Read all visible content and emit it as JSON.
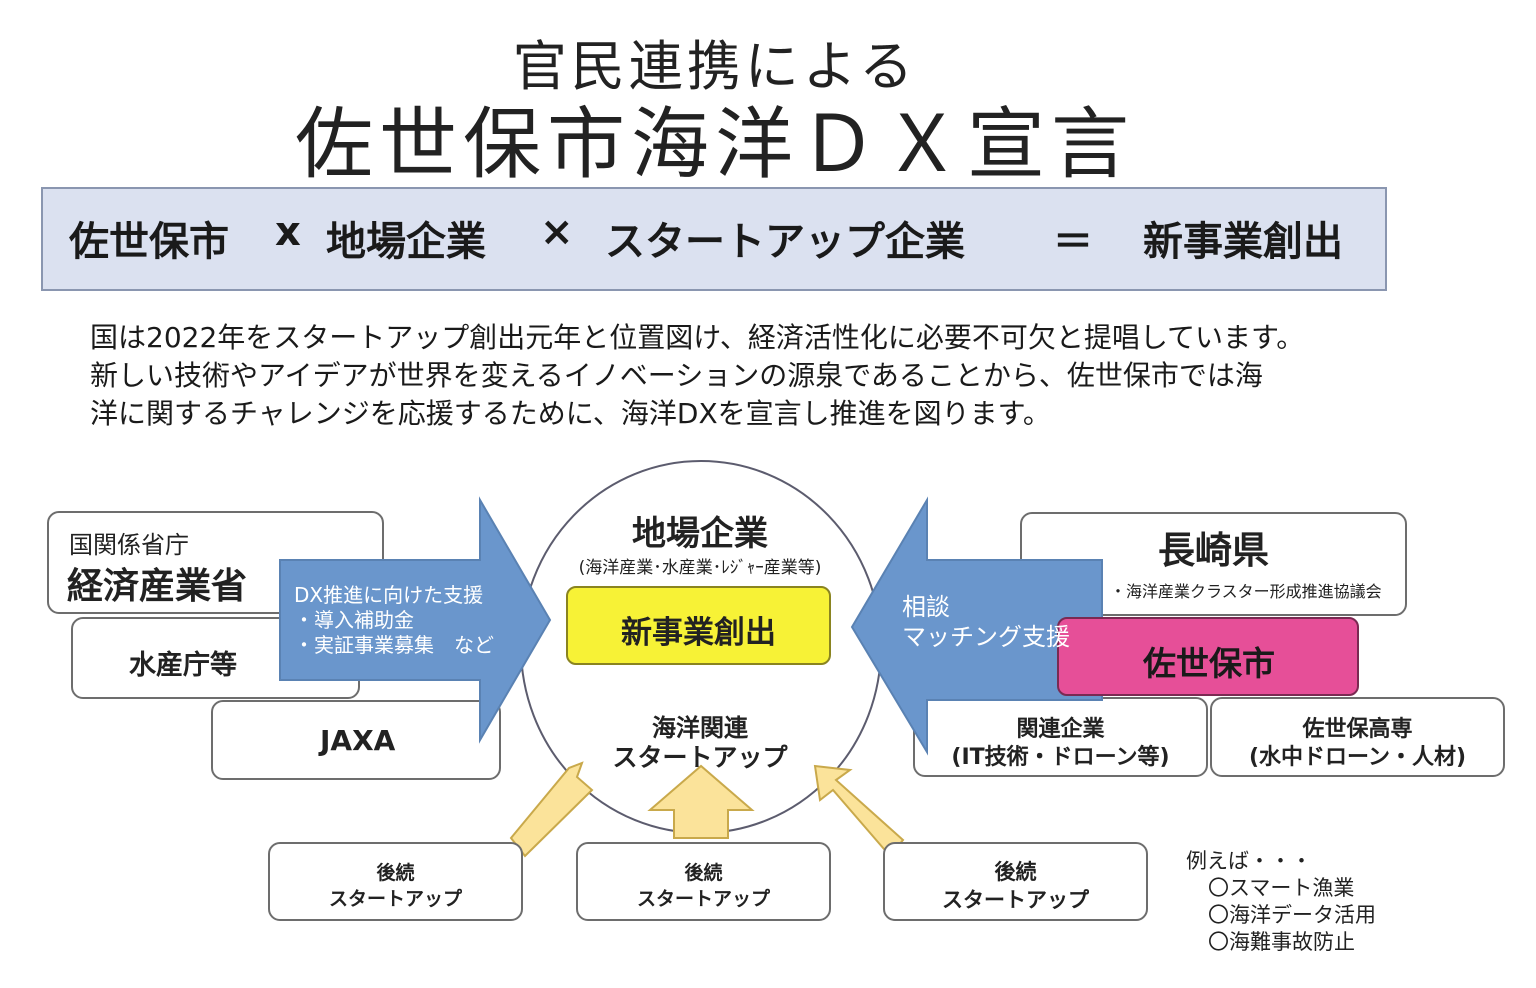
{
  "title": {
    "line1": "官民連携による",
    "line2": "佐世保市海洋ＤＸ宣言"
  },
  "banner": {
    "term1": "佐世保市",
    "op1": "x",
    "term2": "地場企業",
    "op2": "×",
    "term3": "スタートアップ企業",
    "op3": "＝",
    "result": "新事業創出"
  },
  "intro": [
    "国は2022年をスタートアップ創出元年と位置図け、経済活性化に必要不可欠と提唱しています。",
    "新しい技術やアイデアが世界を変えるイノベーションの源泉であることから、佐世保市では海",
    "洋に関するチャレンジを応援するために、海洋DXを宣言し推進を図ります。"
  ],
  "left": {
    "ministry_small": "国関係省庁",
    "ministry_main": "経済産業省",
    "fisheries": "水産庁等",
    "jaxa": "JAXA",
    "arrow_lines": [
      "DX推進に向けた支援",
      "・導入補助金",
      "・実証事業募集　など"
    ]
  },
  "center": {
    "title": "地場企業",
    "subtitle": "(海洋産業･水産業･ﾚｼﾞｬｰ産業等)",
    "highlight": "新事業創出",
    "startup_line1": "海洋関連",
    "startup_line2": "スタートアップ"
  },
  "right": {
    "prefecture": "長崎県",
    "council": "・海洋産業クラスター形成推進協議会",
    "arrow_lines": [
      "相談",
      "マッチング支援"
    ],
    "city": "佐世保市",
    "related_line1": "関連企業",
    "related_line2": "(IT技術・ドローン等)",
    "college_line1": "佐世保高専",
    "college_line2": "(水中ドローン・人材)"
  },
  "followers": [
    {
      "line1": "後続",
      "line2": "スタートアップ"
    },
    {
      "line1": "後続",
      "line2": "スタートアップ"
    },
    {
      "line1": "後続",
      "line2": "スタートアップ"
    }
  ],
  "examples": {
    "heading": "例えば・・・",
    "items": [
      "〇スマート漁業",
      "〇海洋データ活用",
      "〇海難事故防止"
    ]
  },
  "colors": {
    "banner_bg": "#dbe1f0",
    "arrow_blue": "#6a96cc",
    "highlight_yellow": "#f7f236",
    "city_pink": "#e64f98",
    "up_arrow_fill": "#fbe39a"
  }
}
